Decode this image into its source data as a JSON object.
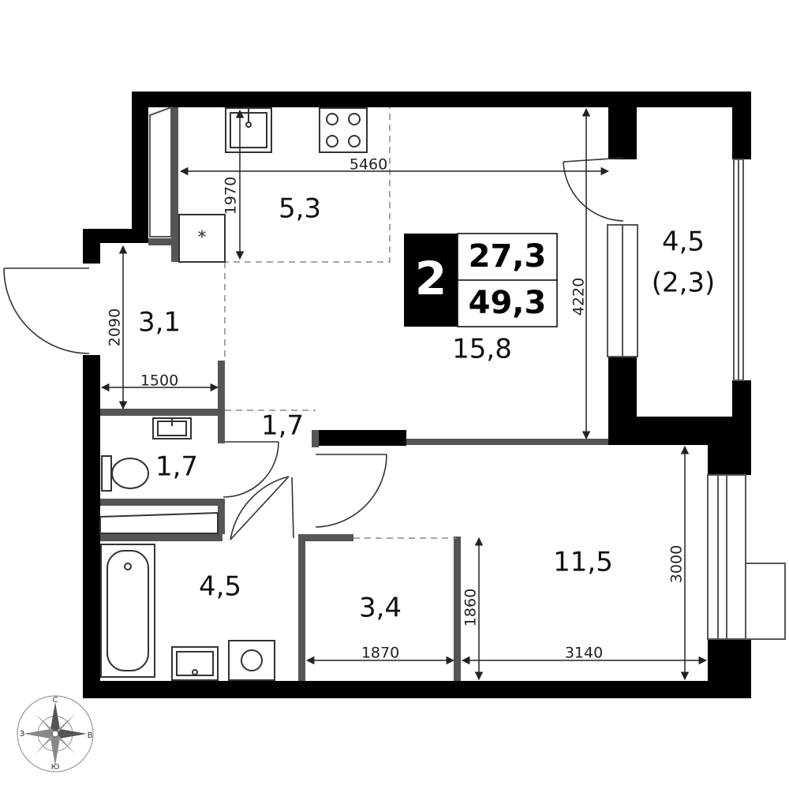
{
  "badge": {
    "rooms": "2",
    "living_area": "27,3",
    "total_area": "49,3"
  },
  "rooms": {
    "kitchen": "5,3",
    "living": "15,8",
    "balcony": "4,5",
    "balcony_sub": "(2,3)",
    "hall": "3,1",
    "corridor": "1,7",
    "wc": "1,7",
    "bath": "4,5",
    "closet": "3,4",
    "bedroom": "11,5"
  },
  "dimensions": {
    "kitchen_width": "5460",
    "kitchen_depth": "1970",
    "living_height": "4220",
    "hall_height": "2090",
    "hall_width": "1500",
    "bedroom_height": "3000",
    "closet_height": "1860",
    "closet_width": "1870",
    "bedroom_width": "3140"
  },
  "compass": {
    "north": "С",
    "west": "З",
    "east": "В",
    "south": "Ю"
  }
}
